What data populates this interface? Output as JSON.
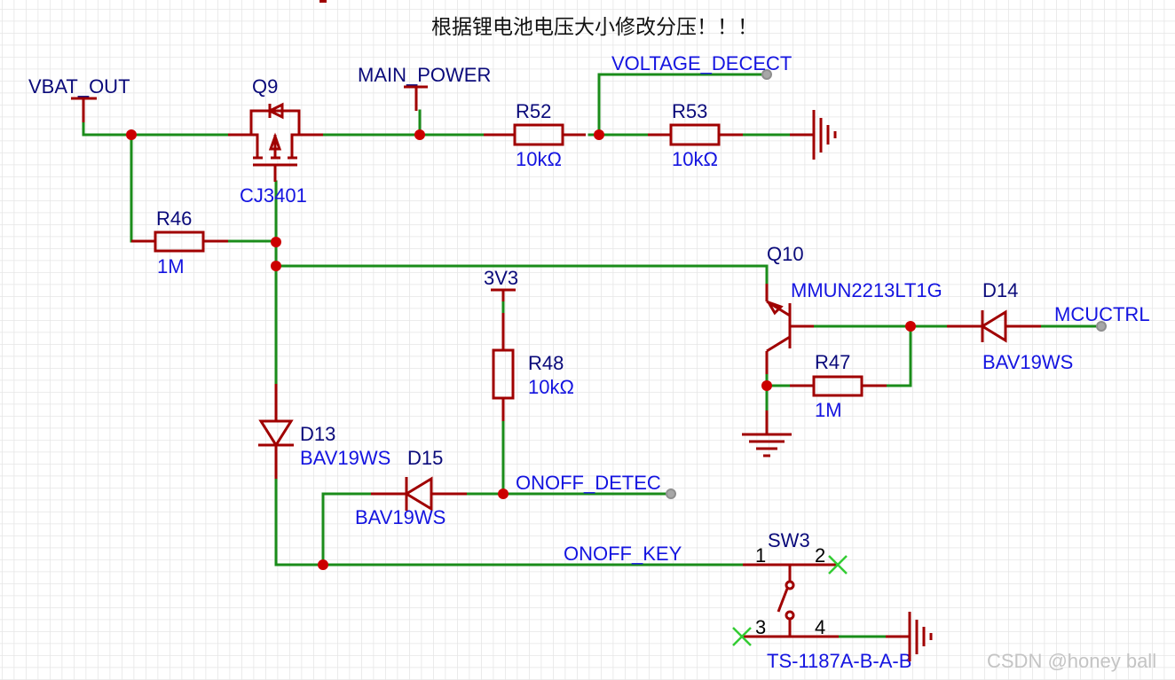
{
  "note": "根据锂电池电压大小修改分压！！！",
  "watermark": "CSDN @honey ball",
  "colors": {
    "wire": "#1a8c1a",
    "component": "#a00000",
    "junction": "#cc0000",
    "designator": "#0a0a7a",
    "value": "#1414e0",
    "net_label": "#1414e0",
    "no_connect": "#33cc33",
    "grid": "#e6e6e6"
  },
  "power_ports": {
    "vbat_out": "VBAT_OUT",
    "main_power": "MAIN_POWER",
    "v3v3": "3V3"
  },
  "net_labels": {
    "voltage_detect": "VOLTAGE_DECECT",
    "mcuctrl": "MCUCTRL",
    "onoff_detec": "ONOFF_DETEC",
    "onoff_key": "ONOFF_KEY"
  },
  "components": {
    "q9": {
      "designator": "Q9",
      "value": "CJ3401",
      "type": "P-MOSFET"
    },
    "q10": {
      "designator": "Q10",
      "value": "MMUN2213LT1G",
      "type": "PNP transistor"
    },
    "r46": {
      "designator": "R46",
      "value": "1M"
    },
    "r47": {
      "designator": "R47",
      "value": "1M"
    },
    "r48": {
      "designator": "R48",
      "value": "10kΩ"
    },
    "r52": {
      "designator": "R52",
      "value": "10kΩ"
    },
    "r53": {
      "designator": "R53",
      "value": "10kΩ"
    },
    "d13": {
      "designator": "D13",
      "value": "BAV19WS"
    },
    "d14": {
      "designator": "D14",
      "value": "BAV19WS"
    },
    "d15": {
      "designator": "D15",
      "value": "BAV19WS"
    },
    "sw3": {
      "designator": "SW3",
      "value": "TS-1187A-B-A-B",
      "pins": [
        "1",
        "2",
        "3",
        "4"
      ]
    }
  }
}
